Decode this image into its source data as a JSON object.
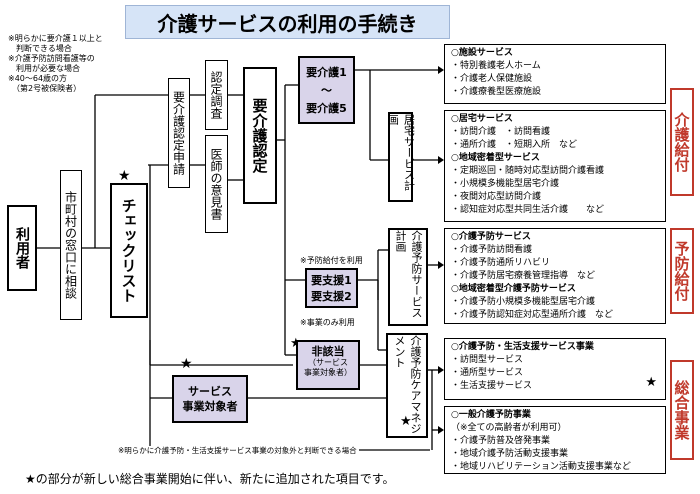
{
  "title": "介護サービスの利用の手続き",
  "notes": {
    "top": [
      "※明らかに要介護１以上と",
      "　判断できる場合",
      "※介護予防訪問看護等の",
      "　利用が必要な場合",
      "※40～64歳の方",
      "　（第2号被保険者）"
    ],
    "yobo_kyufu": "※予防給付を利用",
    "jigyo_only": "※事業のみ利用",
    "bottom": "※明らかに介護予防・生活支援サービス事業の対象外と判断できる場合",
    "footer": "★の部分が新しい総合事業開始に伴い、新たに追加された項目です。"
  },
  "nodes": {
    "riyousha": "利用者",
    "madoguchi": "市町村の窓口に相談",
    "checklist": "チェックリスト",
    "shinsei": "要介護認定申請",
    "chousa": "認定調査",
    "ikensho": "医師の意見書",
    "nintei": "要介護認定",
    "yokaigo": [
      "要介護1",
      "～",
      "要介護5"
    ],
    "kyotaku": "居宅サービス計画",
    "yoshien": [
      "要支援1",
      "要支援2"
    ],
    "yobo_plan": "介護予防サービス計画",
    "higaito": "非該当",
    "higaito_sub": [
      "（サービス",
      "事業対象者）"
    ],
    "care_mgmt": "介護予防ケアマネジメント",
    "jigyo_taisho": [
      "サービス",
      "事業対象者"
    ],
    "star": "★"
  },
  "services": {
    "shisetsu": {
      "header": "○施設サービス",
      "items": [
        "・特別養護老人ホーム",
        "・介護老人保健施設",
        "・介護療養型医療施設"
      ]
    },
    "kyotaku": {
      "header": "○居宅サービス",
      "items": [
        "・訪問介護　・訪問看護",
        "・通所介護　・短期入所　など"
      ],
      "header2": "○地域密着型サービス",
      "items2": [
        "・定期巡回・随時対応型訪問介護看護",
        "・小規模多機能型居宅介護",
        "・夜間対応型訪問介護",
        "・認知症対応型共同生活介護　　など"
      ]
    },
    "yobo": {
      "header": "○介護予防サービス",
      "items": [
        "・介護予防訪問看護",
        "・介護予防通所リハビリ",
        "・介護予防居宅療養管理指導　など"
      ],
      "header2": "○地域密着型介護予防サービス",
      "items2": [
        "・介護予防小規模多機能型居宅介護",
        "・介護予防認知症対応型通所介護　など"
      ]
    },
    "seikatsu": {
      "header": "○介護予防・生活支援サービス事業",
      "items": [
        "・訪問型サービス",
        "・通所型サービス",
        "・生活支援サービス"
      ]
    },
    "ippan": {
      "header": "○一般介護予防事業",
      "items": [
        "（※全ての高齢者が利用可）",
        "・介護予防普及啓発事業",
        "・地域介護予防活動支援事業",
        "・地域リハビリテーション活動支援事業など"
      ]
    }
  },
  "categories": {
    "kaigo": "介護給付",
    "yobo": "予防給付",
    "sogo": "総合事業"
  },
  "colors": {
    "title_bg": "#d6e4f7",
    "node_bg": "#d9d4ea",
    "category": "#c0392b"
  }
}
